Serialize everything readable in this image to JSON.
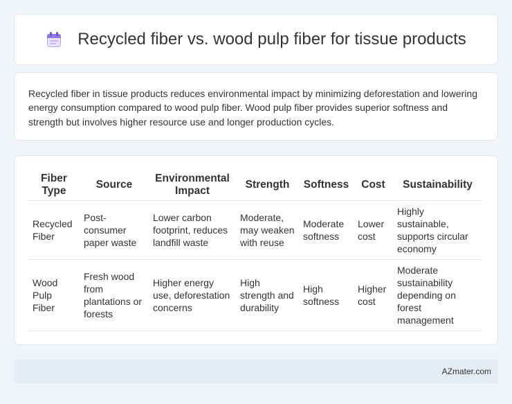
{
  "header": {
    "title": "Recycled fiber vs. wood pulp fiber for tissue products",
    "icon": "calendar-icon"
  },
  "summary": {
    "text": "Recycled fiber in tissue products reduces environmental impact by minimizing deforestation and lowering energy consumption compared to wood pulp fiber. Wood pulp fiber provides superior softness and strength but involves higher resource use and longer production cycles."
  },
  "table": {
    "headers": [
      "Fiber Type",
      "Source",
      "Environmental Impact",
      "Strength",
      "Softness",
      "Cost",
      "Sustainability"
    ],
    "rows": [
      [
        "Recycled Fiber",
        "Post-consumer paper waste",
        "Lower carbon footprint, reduces landfill waste",
        "Moderate, may weaken with reuse",
        "Moderate softness",
        "Lower cost",
        "Highly sustainable, supports circular economy"
      ],
      [
        "Wood Pulp Fiber",
        "Fresh wood from plantations or forests",
        "Higher energy use, deforestation concerns",
        "High strength and durability",
        "High softness",
        "Higher cost",
        "Moderate sustainability depending on forest management"
      ]
    ]
  },
  "footer": {
    "brand": "AZmater.com"
  },
  "colors": {
    "background": "#f1f4f9",
    "card": "#ffffff",
    "footer": "#e6ecf6",
    "icon_accent": "#8f79e6"
  }
}
